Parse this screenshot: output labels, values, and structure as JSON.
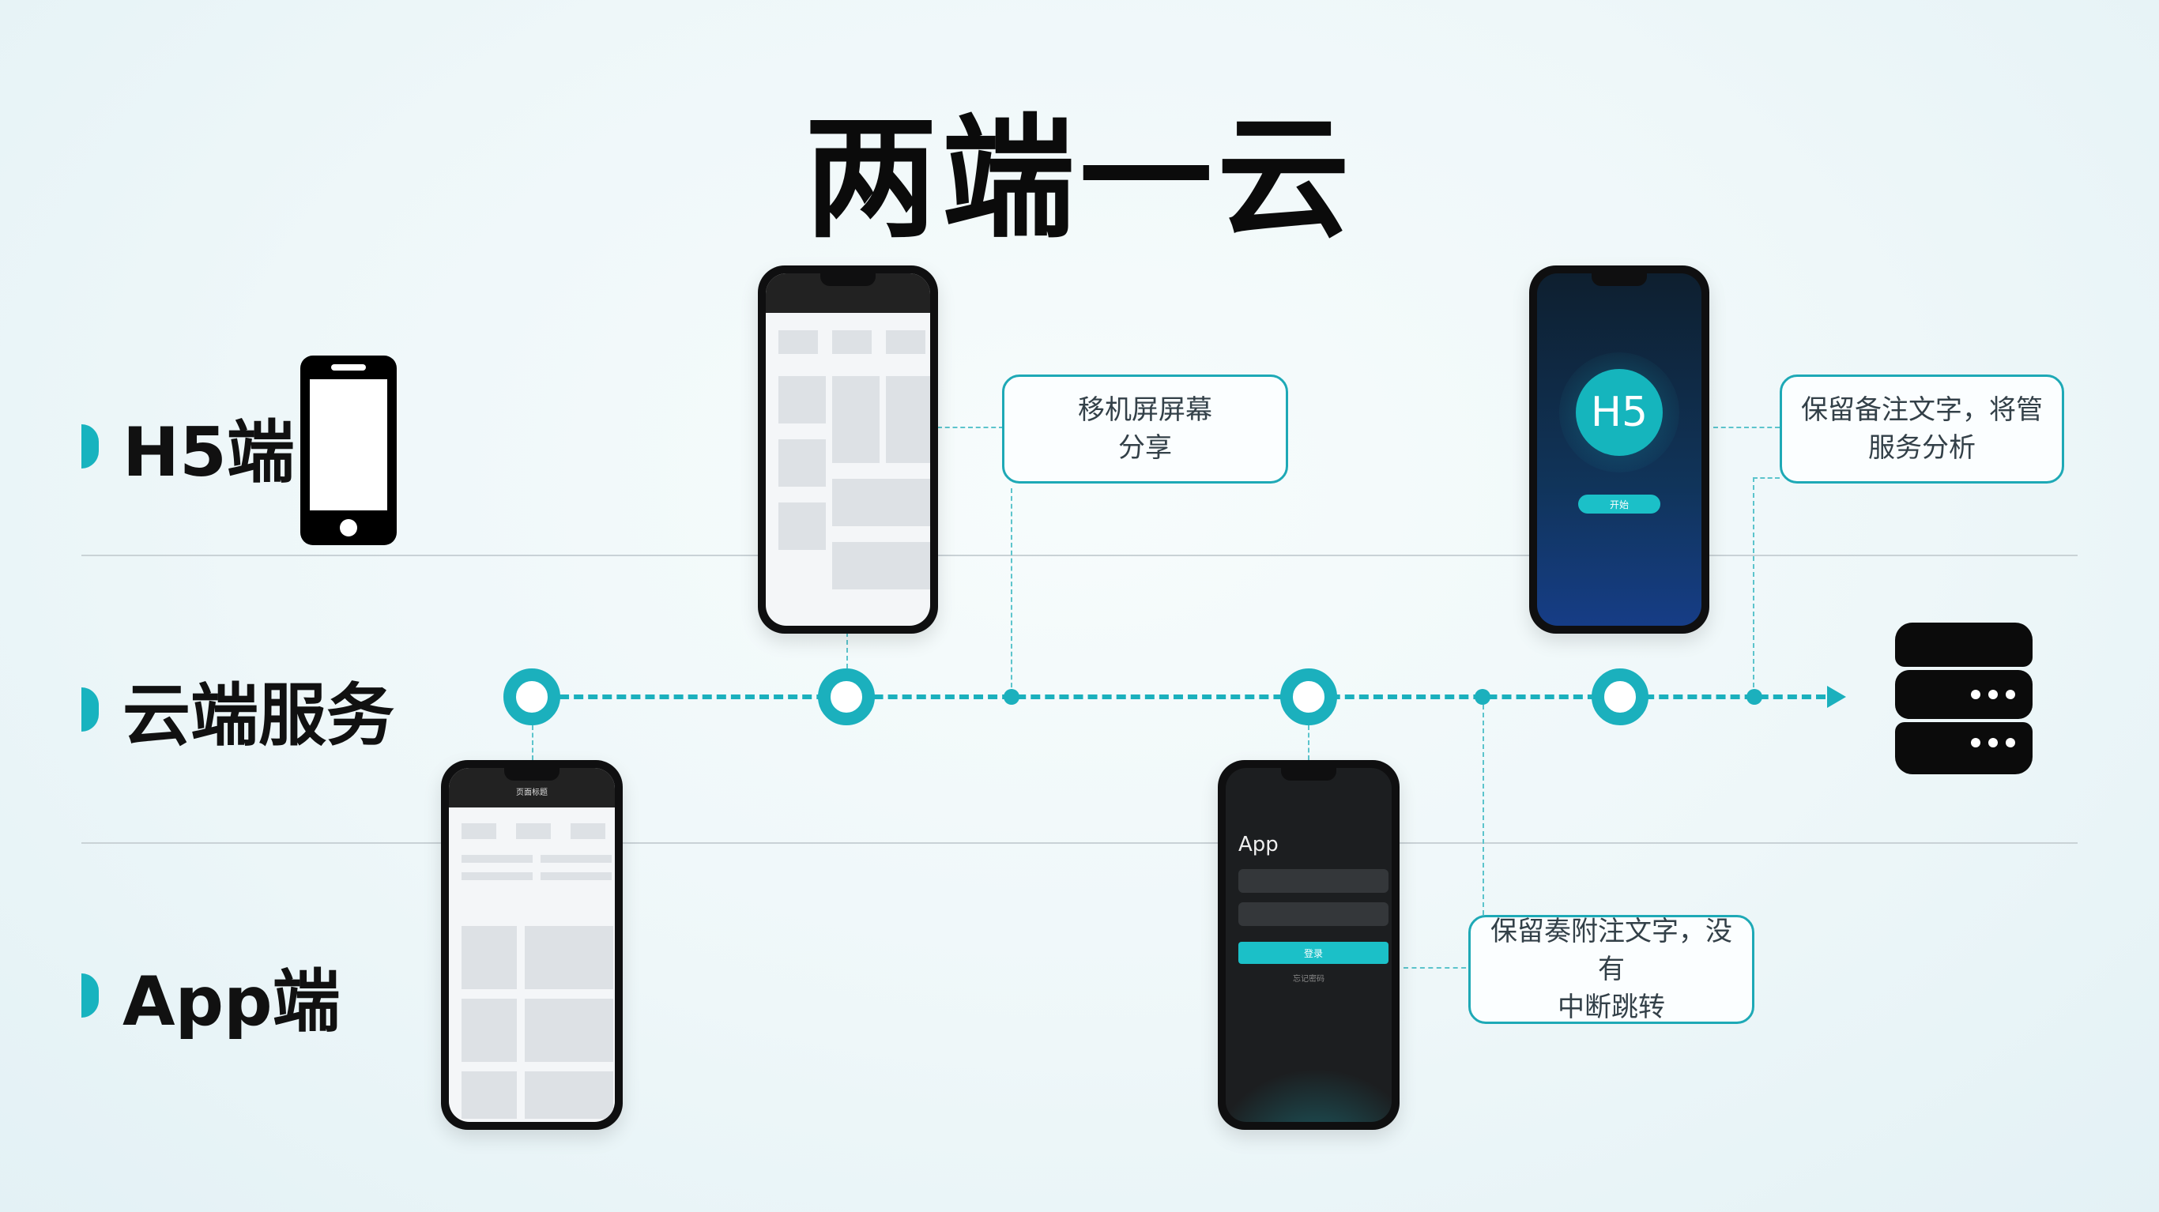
{
  "title": "两端一云",
  "rows": {
    "h5": "H5端",
    "cloud": "云端服务",
    "app": "App端"
  },
  "callouts": {
    "share": "移机屏屏幕\n分享",
    "remark": "保留备注文字，将管\n服务分析",
    "annotation": "保留奏附注文字，没有\n中断跳转"
  },
  "phones": {
    "h5_dark": {
      "logo": "H5",
      "button": "开始"
    },
    "app_dark": {
      "title": "App",
      "button": "登录",
      "link": "忘记密码"
    },
    "app_light": {
      "header": "页面标题"
    }
  },
  "colors": {
    "accent": "#1bb0bd",
    "dark_text": "#111111",
    "callout_border": "#1ea9b6"
  },
  "icons": {
    "h5_row_icon": "smartphone-icon",
    "cloud_end_icon": "server-icon"
  }
}
